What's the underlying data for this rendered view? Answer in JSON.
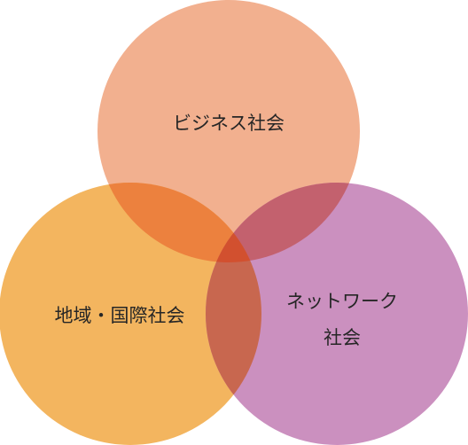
{
  "diagram": {
    "circles": [
      {
        "id": "business",
        "lines": [
          "ビジネス社会"
        ],
        "color": "#F2B08F"
      },
      {
        "id": "regional",
        "lines": [
          "地域・国際社会"
        ],
        "color": "#F3B55F"
      },
      {
        "id": "network",
        "lines": [
          "ネットワーク",
          "社会"
        ],
        "color": "#CB90BF"
      }
    ],
    "overlaps": {
      "business_regional": "#EC813E",
      "business_network": "#C3616E",
      "regional_network": "#C8674F",
      "all_three": "#D2502F"
    }
  }
}
